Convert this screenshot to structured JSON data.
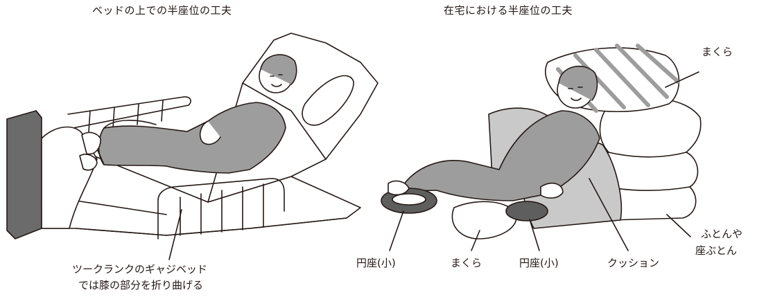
{
  "left_panel": {
    "title": "ベッドの上での半座位の工夫",
    "caption_line1": "ツークランクのギャジベッド",
    "caption_line2": "では膝の部分を折り曲げる"
  },
  "right_panel": {
    "title": "在宅における半座位の工夫",
    "labels": {
      "pillow_top": "まくら",
      "futon_line1": "ふとんや",
      "futon_line2": "座ぶとん",
      "small_ring_left": "円座(小)",
      "pillow_bottom": "まくら",
      "small_ring_right": "円座(小)",
      "cushion": "クッション"
    }
  },
  "colors": {
    "line": "#231815",
    "clothing": "#9d9d9d",
    "cushion": "#c9c9c9",
    "ring": "#5e5e5e",
    "skin": "#ffffff",
    "headboard": "#6b6b6b"
  }
}
